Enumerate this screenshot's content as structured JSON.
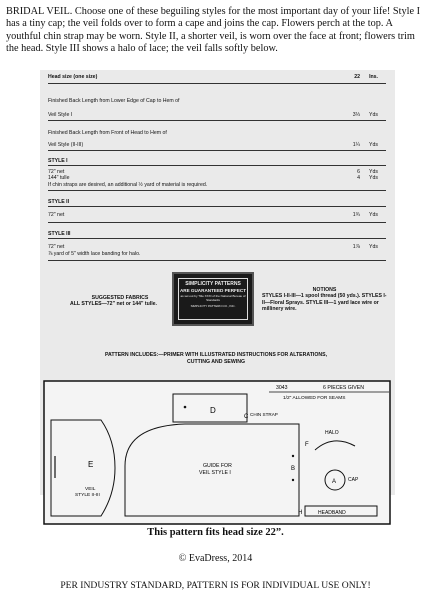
{
  "intro": "BRIDAL VEIL.  Choose one of these beguiling styles for the most important day of your life!  Style I has a tiny cap; the veil folds over to form a cape and joins the cap.  Flowers perch at the top.  A youthful chin strap may be worn.  Style II, a shorter veil, is worn over the face at front; flowers trim the head.  Style III shows a halo of lace; the veil falls softly below.",
  "chart": {
    "head_size": {
      "label": "Head size  (one size)",
      "value": "22",
      "unit": "Ins."
    },
    "back_length_label_1": "Finished Back Length from Lower Edge of Cap to Hem of",
    "back_length": {
      "label": "Veil Style I",
      "value": "3⅓",
      "unit": "Yds"
    },
    "front_length_label_1": "Finished Back Length from Front of Head to Hem of",
    "front_length": {
      "label": "Veil Style (II-III)",
      "value": "1¼",
      "unit": "Yds"
    },
    "style1": {
      "heading": "STYLE I",
      "line1": {
        "label": "72\" net",
        "value": "6",
        "unit": "Yds"
      },
      "line2": {
        "label": "144\" tulle",
        "value": "4",
        "unit": "Yds"
      },
      "note": "If chin straps are desired, an additional ½ yard of material is required."
    },
    "style2": {
      "heading": "STYLE II",
      "line1": {
        "label": "72\" net",
        "value": "1¾",
        "unit": "Yds"
      }
    },
    "style3": {
      "heading": "STYLE III",
      "line1": {
        "label": "72\" net",
        "value": "1⅞",
        "unit": "Yds"
      },
      "note": "⅞ yard of 5\" width lace banding for halo."
    }
  },
  "seal": {
    "title": "SIMPLICITY PATTERNS",
    "line2": "ARE GUARANTEED PERFECT",
    "body": "as set out by Title XXXI of the National Bureau of Standards",
    "maker": "SIMPLICITY PATTERN CO., INC."
  },
  "fabrics": {
    "heading": "SUGGESTED FABRICS",
    "text": "ALL STYLES—72\" net or 144\" tulle."
  },
  "notions": {
    "heading": "NOTIONS",
    "text": "STYLES I-II-III—1 spool thread (50 yds.). STYLES I-II—Floral Sprays. STYLE III—1 yard lace wire or millinery wire."
  },
  "includes": "PATTERN INCLUDES:—PRIMER WITH ILLUSTRATED INSTRUCTIONS FOR ALTERATIONS, CUTTING AND SEWING",
  "layout": {
    "number": "3043",
    "pieces": "6 PIECES GIVEN",
    "seams": "1/2\" ALLOWED FOR SEAMS",
    "piece_d": "D",
    "piece_c": "C",
    "chin_strap": "CHIN STRAP",
    "piece_e": "E",
    "veil_label_1": "VEIL",
    "veil_label_2": "STYLE II-III",
    "guide_1": "GUIDE FOR",
    "guide_2": "VEIL STYLE I",
    "piece_b": "B",
    "halo": "HALO",
    "piece_f": "F",
    "piece_a": "A",
    "cap": "CAP",
    "piece_h": "H",
    "headband": "HEADBAND"
  },
  "caption": "This pattern fits head size 22”.",
  "copyright": "© EvaDress, 2014",
  "notice": "PER INDUSTRY STANDARD, PATTERN IS FOR INDIVIDUAL USE ONLY!"
}
